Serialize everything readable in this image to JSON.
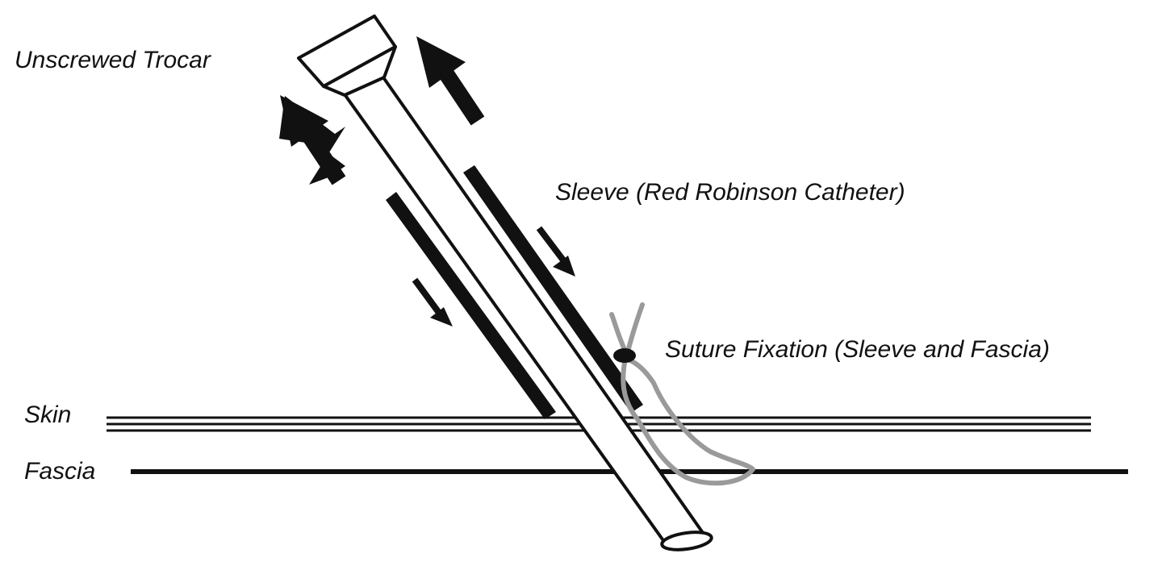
{
  "labels": {
    "trocar": "Unscrewed Trocar",
    "sleeve": "Sleeve (Red Robinson Catheter)",
    "suture": "Suture Fixation (Sleeve and Fascia)",
    "skin": "Skin",
    "fascia": "Fascia"
  },
  "colors": {
    "ink": "#111111",
    "suture": "#9a9a9a",
    "background": "#ffffff"
  }
}
